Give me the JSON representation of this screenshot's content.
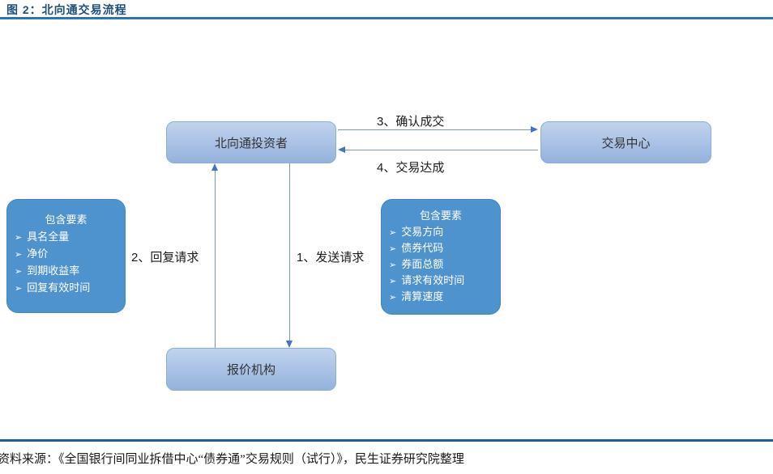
{
  "figure": {
    "title": "图 2：北向通交易流程",
    "source": "资料来源：《全国银行间同业拆借中心“债券通”交易规则（试行）》，民生证券研究院整理"
  },
  "diagram": {
    "nodes": {
      "investor": "北向通投资者",
      "trading_center": "交易中心",
      "quoting_institution": "报价机构"
    },
    "flows": {
      "step1": "1、发送请求",
      "step2": "2、回复请求",
      "step3": "3、确认成交",
      "step4": "4、交易达成"
    },
    "left_callout": {
      "title": "包含要素",
      "bullet": "➢",
      "items": [
        "具名全量",
        "净价",
        "到期收益率",
        "回复有效时间"
      ]
    },
    "right_callout": {
      "title": "包含要素",
      "bullet": "➢",
      "items": [
        "交易方向",
        "债券代码",
        "券面总额",
        "请求有效时间",
        "清算速度"
      ]
    }
  },
  "colors": {
    "title_blue": "#1f4e79",
    "top_rule_blue": "#2e74b5",
    "bottom_rule_blue": "#1e5c9e",
    "node_fill_top": "#c1d3ed",
    "node_fill_bottom": "#95b2dc",
    "node_border": "#8aaede",
    "callout_fill": "#4f93ce",
    "connector_line": "#7d9dac",
    "arrowhead_blue": "#4472c4"
  }
}
